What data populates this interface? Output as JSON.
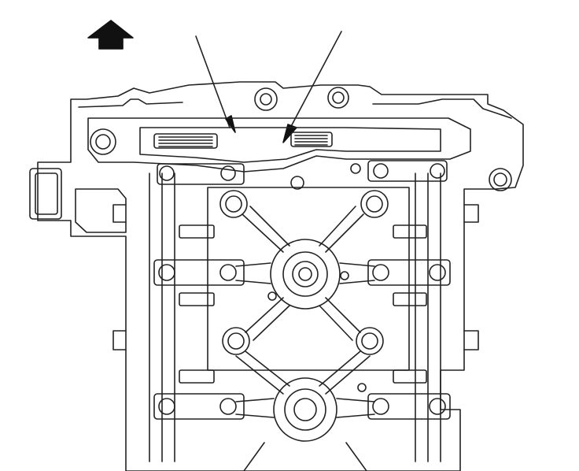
{
  "diagram": {
    "kind": "engine-part-line-drawing",
    "direction_arrow": {
      "icon": "up-arrow-icon",
      "meaning": "front"
    },
    "callouts": [
      {
        "id": "callout-left",
        "target": "upper-left-slot"
      },
      {
        "id": "callout-right",
        "target": "upper-right-slot"
      }
    ],
    "palette": {
      "line": "#222222",
      "fill": "#ffffff",
      "background": "#ffffff"
    }
  }
}
